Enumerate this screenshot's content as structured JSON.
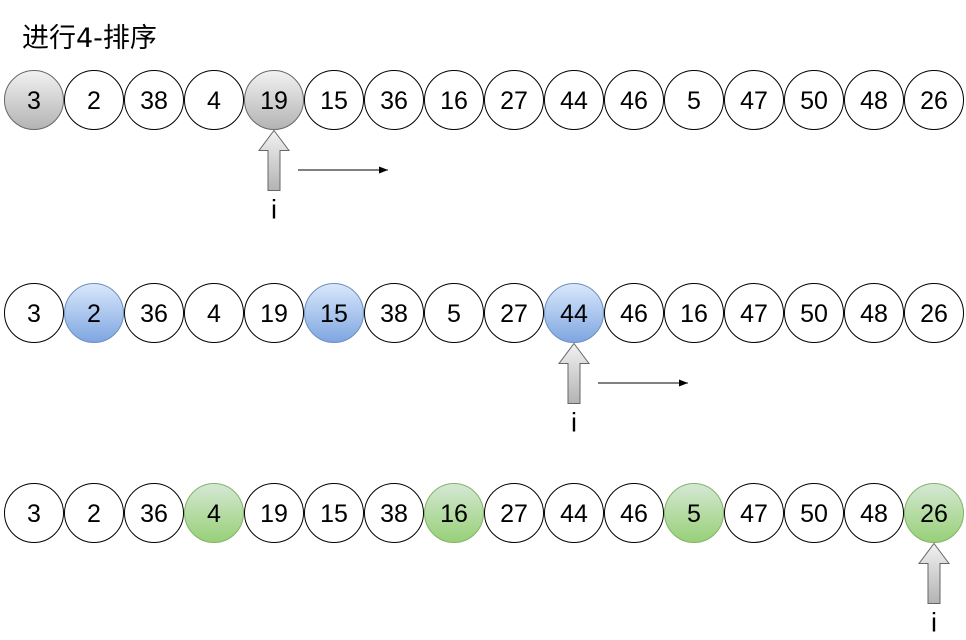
{
  "title": "进行4-排序",
  "colors": {
    "gray": {
      "light": "#f2f2f2",
      "dark": "#b3b3b3",
      "stroke": "#666666"
    },
    "blue": {
      "light": "#dae8fc",
      "dark": "#7ea6e0",
      "stroke": "#6c8ebf"
    },
    "green": {
      "light": "#d5e8d4",
      "dark": "#97d077",
      "stroke": "#82b366"
    },
    "plain": {
      "fill": "#ffffff",
      "stroke": "#000000"
    }
  },
  "rows": [
    {
      "values": [
        3,
        2,
        38,
        4,
        19,
        15,
        36,
        16,
        27,
        44,
        46,
        5,
        47,
        50,
        48,
        26
      ],
      "highlight": [
        0,
        4
      ],
      "highlight_color": "gray",
      "pointer_index": 4,
      "pointer_label": "i",
      "has_direction_arrow": true
    },
    {
      "values": [
        3,
        2,
        36,
        4,
        19,
        15,
        38,
        5,
        27,
        44,
        46,
        16,
        47,
        50,
        48,
        26
      ],
      "highlight": [
        1,
        5,
        9
      ],
      "highlight_color": "blue",
      "pointer_index": 9,
      "pointer_label": "i",
      "has_direction_arrow": true
    },
    {
      "values": [
        3,
        2,
        36,
        4,
        19,
        15,
        38,
        16,
        27,
        44,
        46,
        5,
        47,
        50,
        48,
        26
      ],
      "highlight": [
        3,
        7,
        11,
        15
      ],
      "highlight_color": "green",
      "pointer_index": 15,
      "pointer_label": "i",
      "has_direction_arrow": false
    }
  ]
}
